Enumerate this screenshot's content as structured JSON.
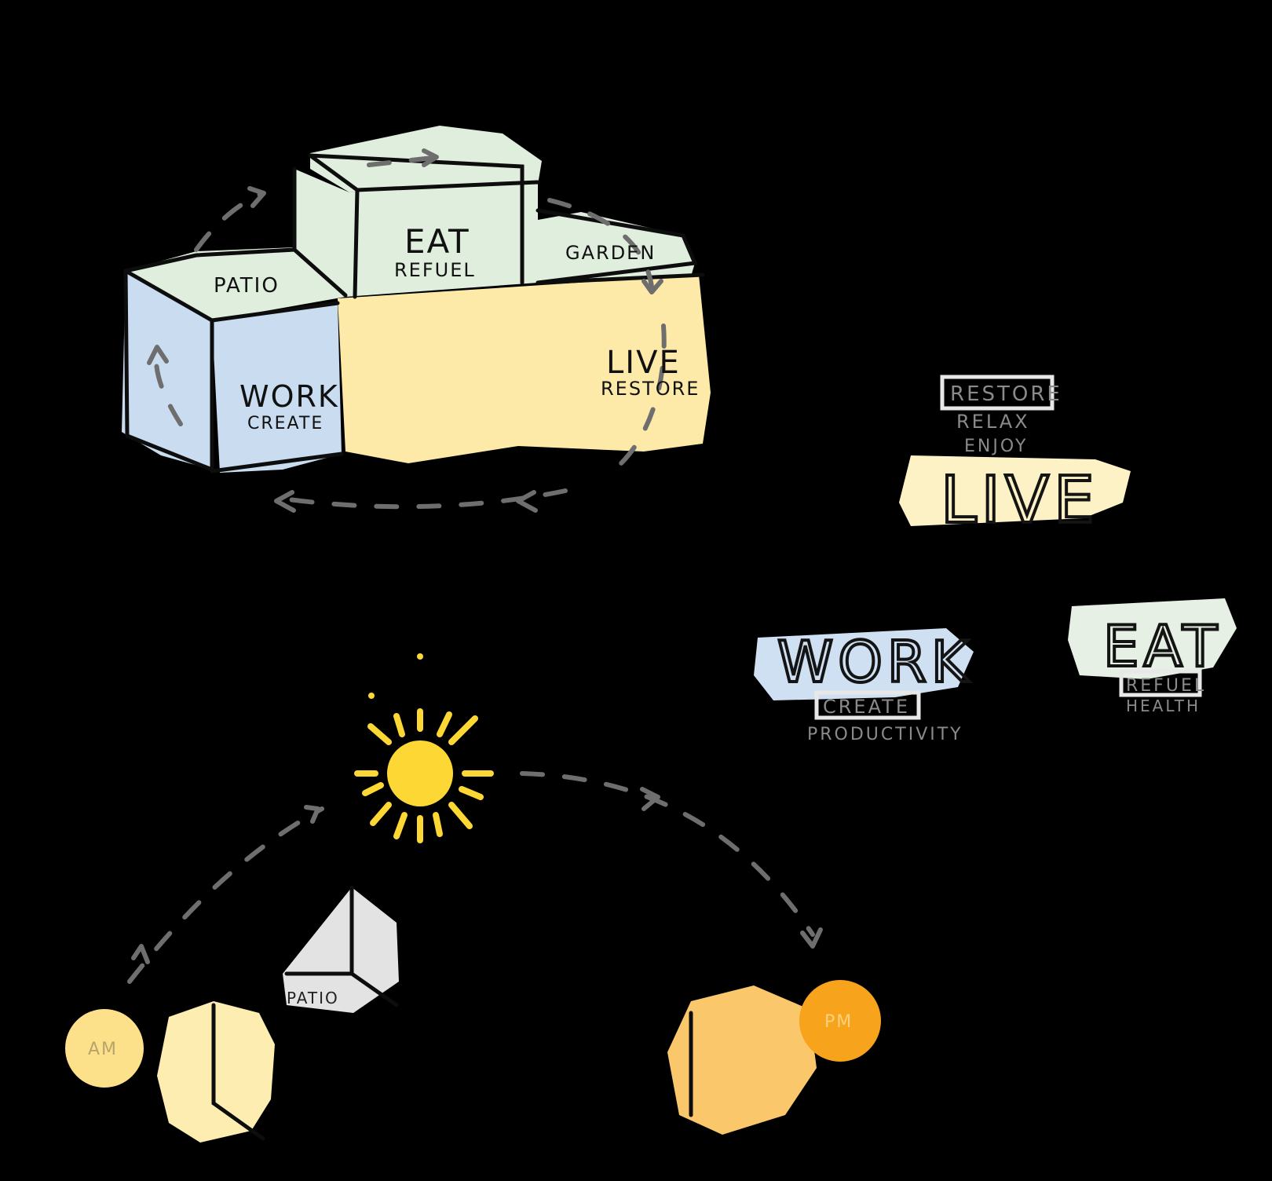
{
  "colors": {
    "background": "#000000",
    "work_blue": "#c9dcf0",
    "eat_green": "#dfeedd",
    "live_yellow": "#fdeaa8",
    "patio_grey": "#e3e3e3",
    "sun_yellow": "#fdd835",
    "am_yellow": "#fde18a",
    "pm_orange": "#f7a31c",
    "path_grey": "#6e6e6e"
  },
  "massing": {
    "patio": "PATIO",
    "eat": "EAT",
    "eat_sub": "REFUEL",
    "garden": "GARDEN",
    "live": "LIVE",
    "live_sub": "RESTORE",
    "work": "WORK",
    "work_sub": "CREATE"
  },
  "legend": {
    "live": {
      "title": "LIVE",
      "words": [
        "RESTORE",
        "RELAX",
        "ENJOY"
      ]
    },
    "work": {
      "title": "WORK",
      "words": [
        "CREATE",
        "PRODUCTIVITY"
      ]
    },
    "eat": {
      "title": "EAT",
      "words": [
        "REFUEL",
        "HEALTH"
      ]
    }
  },
  "sun_path": {
    "am": "AM",
    "pm": "PM",
    "patio": "PATIO"
  },
  "icons": [
    "sun-icon",
    "arrow-icon"
  ]
}
